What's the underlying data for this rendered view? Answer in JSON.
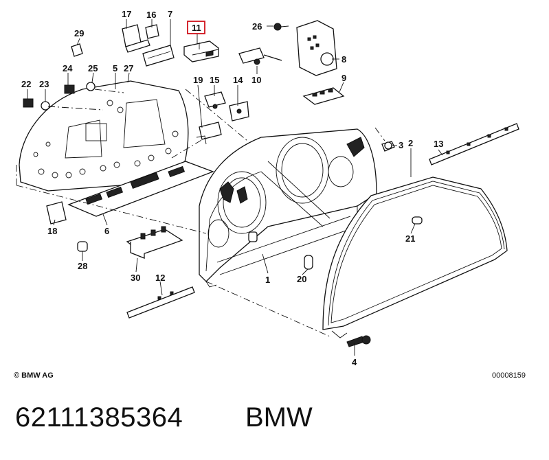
{
  "diagram": {
    "callouts": [
      {
        "id": "17",
        "label": "17"
      },
      {
        "id": "16",
        "label": "16"
      },
      {
        "id": "7",
        "label": "7"
      },
      {
        "id": "11",
        "label": "11"
      },
      {
        "id": "26",
        "label": "26"
      },
      {
        "id": "29",
        "label": "29"
      },
      {
        "id": "8",
        "label": "8"
      },
      {
        "id": "24",
        "label": "24"
      },
      {
        "id": "25",
        "label": "25"
      },
      {
        "id": "5",
        "label": "5"
      },
      {
        "id": "27",
        "label": "27"
      },
      {
        "id": "10",
        "label": "10"
      },
      {
        "id": "9",
        "label": "9"
      },
      {
        "id": "22",
        "label": "22"
      },
      {
        "id": "23",
        "label": "23"
      },
      {
        "id": "19",
        "label": "19"
      },
      {
        "id": "15",
        "label": "15"
      },
      {
        "id": "14",
        "label": "14"
      },
      {
        "id": "3",
        "label": "3"
      },
      {
        "id": "2",
        "label": "2"
      },
      {
        "id": "13",
        "label": "13"
      },
      {
        "id": "18",
        "label": "18"
      },
      {
        "id": "6",
        "label": "6"
      },
      {
        "id": "21",
        "label": "21"
      },
      {
        "id": "28",
        "label": "28"
      },
      {
        "id": "30",
        "label": "30"
      },
      {
        "id": "12",
        "label": "12"
      },
      {
        "id": "1",
        "label": "1"
      },
      {
        "id": "20",
        "label": "20"
      },
      {
        "id": "4",
        "label": "4"
      }
    ],
    "highlighted_callout": "11",
    "highlight_color": "#d0101a"
  },
  "footer": {
    "copyright": "© BMW AG",
    "document_number": "00008159"
  },
  "caption": {
    "part_number": "62111385364",
    "brand": "BMW"
  }
}
